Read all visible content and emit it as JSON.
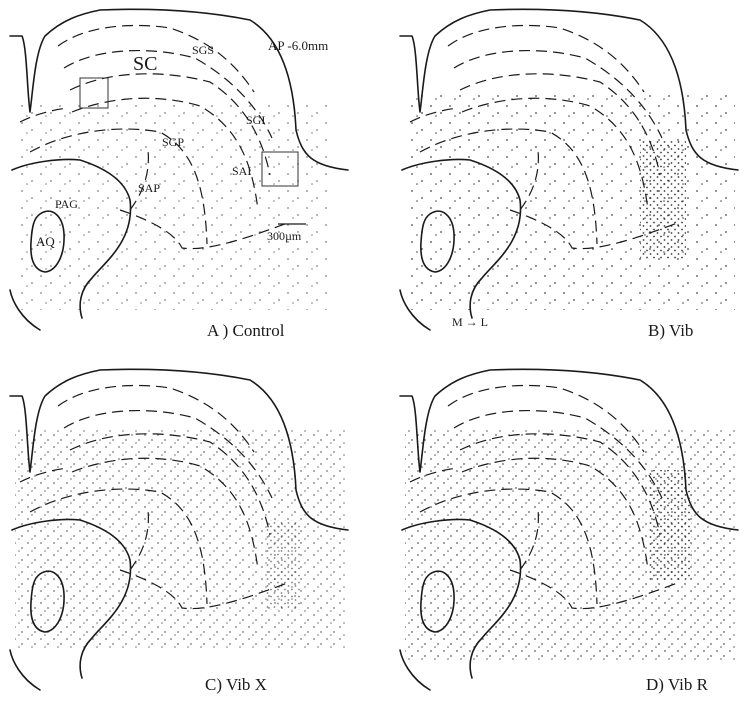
{
  "panels": [
    {
      "id": "A",
      "caption": "A ) Control",
      "labels": {
        "sc": "SC",
        "sgs": "SGS",
        "sgi": "SGI",
        "sgp": "SGP",
        "sai": "SAI",
        "sap": "SAP",
        "pag": "PAG",
        "aq": "AQ",
        "ap": "AP -6.0mm",
        "scale": "300µm"
      }
    },
    {
      "id": "B",
      "caption": "B) Vib",
      "labels": {
        "axis": "M → L"
      }
    },
    {
      "id": "C",
      "caption": "C) Vib X"
    },
    {
      "id": "D",
      "caption": "D) Vib R"
    }
  ],
  "colors": {
    "ink": "#1a1a1a",
    "background": "#ffffff"
  }
}
